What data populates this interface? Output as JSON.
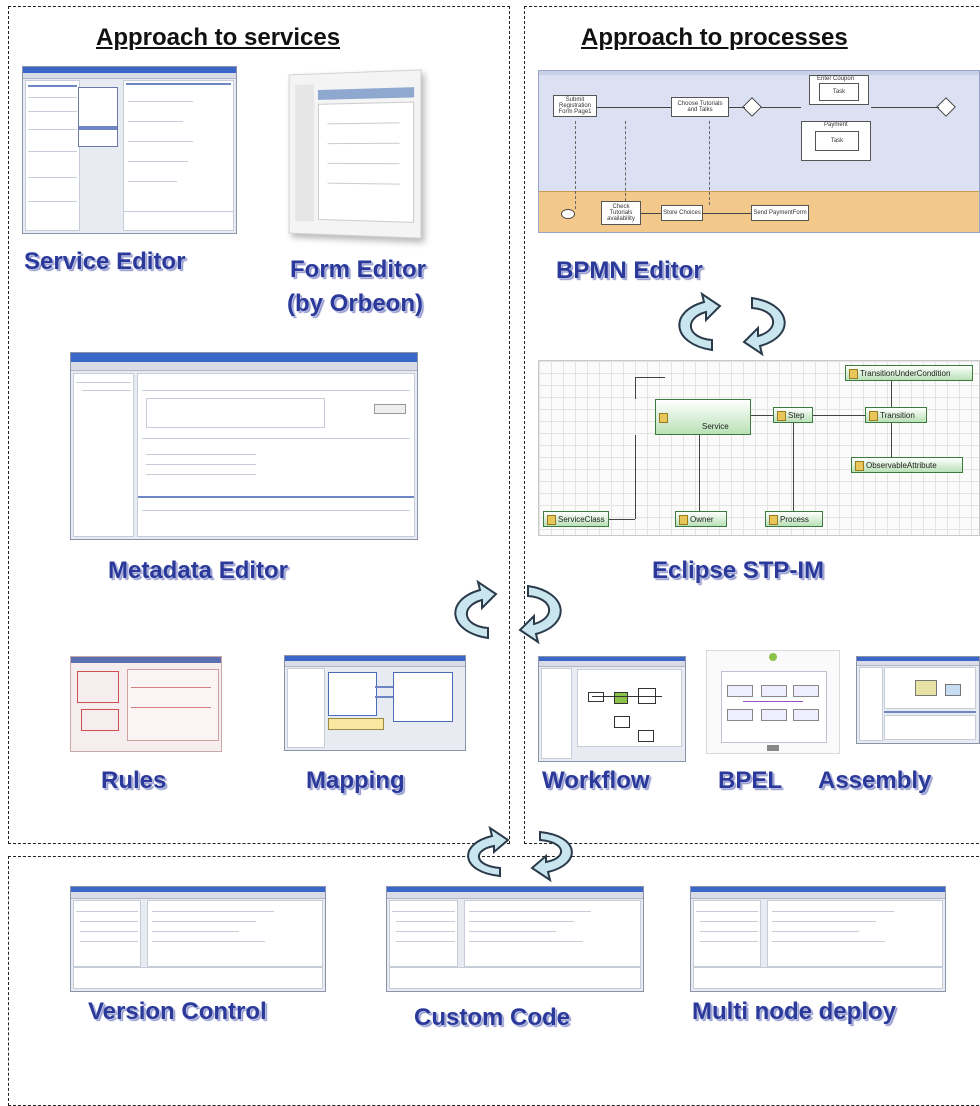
{
  "services_section": {
    "title": "Approach to services",
    "service_editor": "Service Editor",
    "form_editor_line1": "Form Editor",
    "form_editor_line2": "(by Orbeon)",
    "metadata_editor": "Metadata Editor",
    "rules": "Rules",
    "mapping": "Mapping"
  },
  "processes_section": {
    "title": "Approach to processes",
    "bpmn_editor": "BPMN Editor",
    "eclipse_stp_im": "Eclipse STP-IM",
    "workflow": "Workflow",
    "bpel": "BPEL",
    "assembly": "Assembly"
  },
  "bottom_section": {
    "version_control": "Version Control",
    "custom_code": "Custom Code",
    "multi_node_deploy": "Multi node deploy"
  },
  "bpmn_diagram": {
    "submit": "Submit Registration Form Page1",
    "choose": "Choose Tutorials and Talks",
    "enter_coupon": "Enter Coupon",
    "task1": "Task",
    "payment": "Payment",
    "task2": "Task",
    "check": "Check Tutorials availability",
    "store": "Store Choices",
    "send": "Send PaymentForm"
  },
  "stp_diagram": {
    "service": "Service",
    "step": "Step",
    "transition": "Transition",
    "transition_cond": "TransitionUnderCondition",
    "observable": "ObservableAttribute",
    "service_class": "ServiceClass",
    "owner": "Owner",
    "process": "Process"
  },
  "colors": {
    "caption": "#2b3a9a",
    "bpmn_pool": "#dbe0f2",
    "bpmn_lane": "#f2c98a",
    "stp_box": "#b9e1b5",
    "arrow_fill": "#c9e6ee"
  }
}
